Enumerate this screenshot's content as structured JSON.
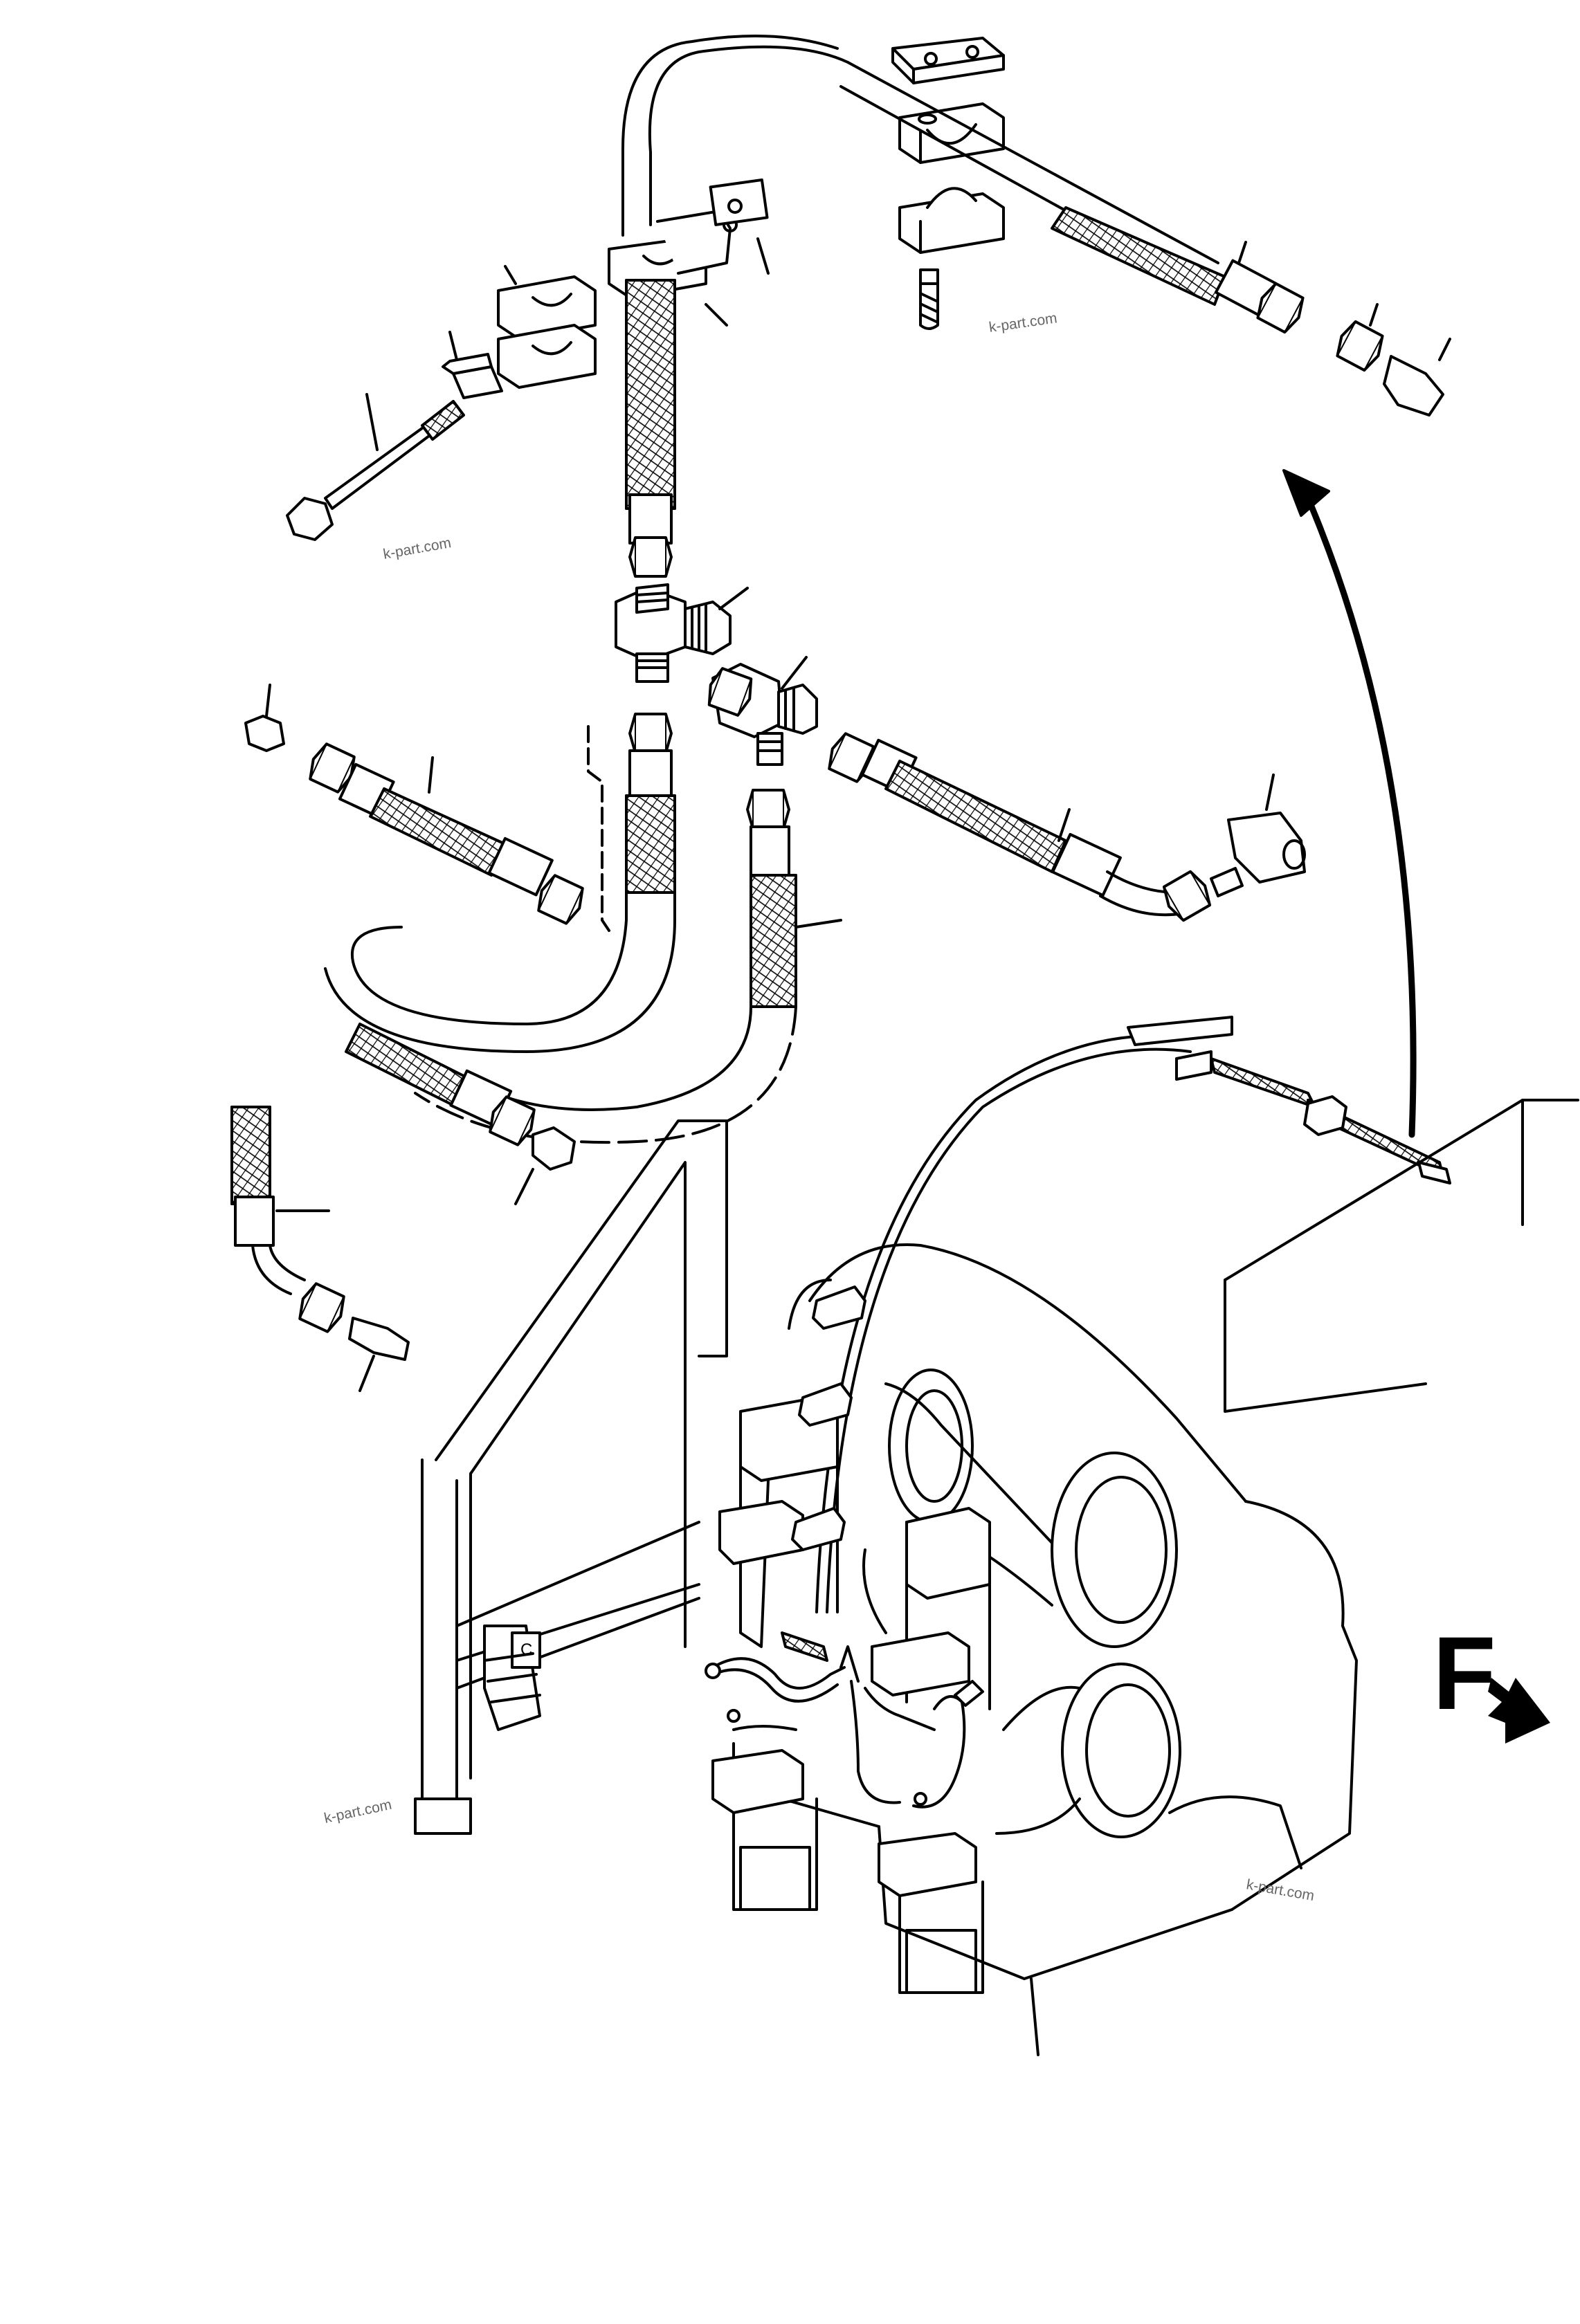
{
  "watermarks": [
    "k-part.com",
    "k-part.com",
    "k-part.com",
    "k-part.com"
  ],
  "clamp_label": "C",
  "front_marker": {
    "letter": "F",
    "arrow": "front-direction-arrow"
  },
  "colors": {
    "line": "#000000",
    "paper": "#ffffff",
    "watermark": "#666666"
  }
}
